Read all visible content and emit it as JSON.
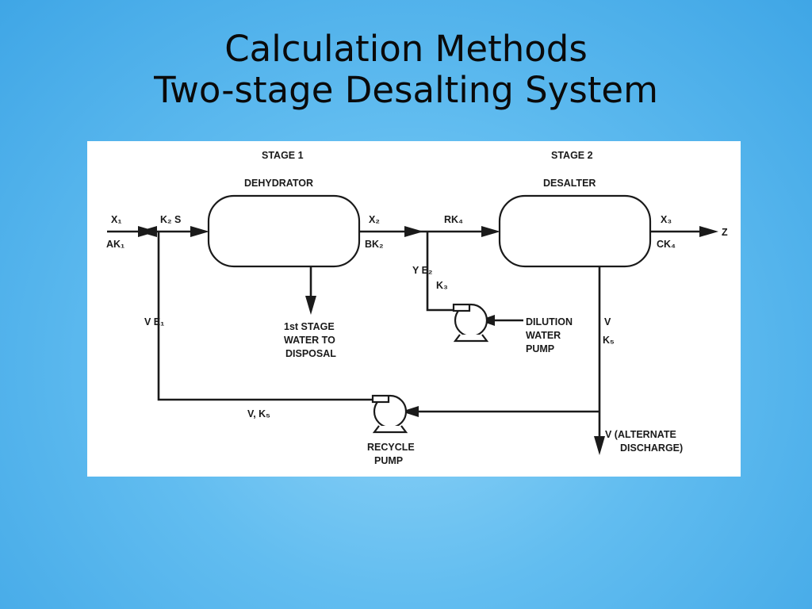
{
  "slide": {
    "title_line1": "Calculation Methods",
    "title_line2": "Two-stage Desalting System"
  },
  "diagram": {
    "stage1_label": "STAGE 1",
    "stage1_vessel": "DEHYDRATOR",
    "stage2_label": "STAGE 2",
    "stage2_vessel": "DESALTER",
    "inlet_top": "X₁",
    "inlet_bottom": "AK₁",
    "k2s": "K₂ S",
    "x2": "X₂",
    "bk2": "BK₂",
    "rk4": "RK₄",
    "x3": "X₃",
    "ck4": "CK₄",
    "z": "Z",
    "y_e2": "Y  E₂",
    "k3": "K₃",
    "v_e1": "V  E₁",
    "first_stage_water": [
      "1st STAGE",
      "WATER TO",
      "DISPOSAL"
    ],
    "dilution_pump": [
      "DILUTION",
      "WATER",
      "PUMP"
    ],
    "v_k5_right": [
      "V",
      "K₅"
    ],
    "v_k5_bottom": "V, K₅",
    "alternate_discharge": [
      "V (ALTERNATE",
      "DISCHARGE)"
    ],
    "recycle_pump": [
      "RECYCLE",
      "PUMP"
    ]
  }
}
